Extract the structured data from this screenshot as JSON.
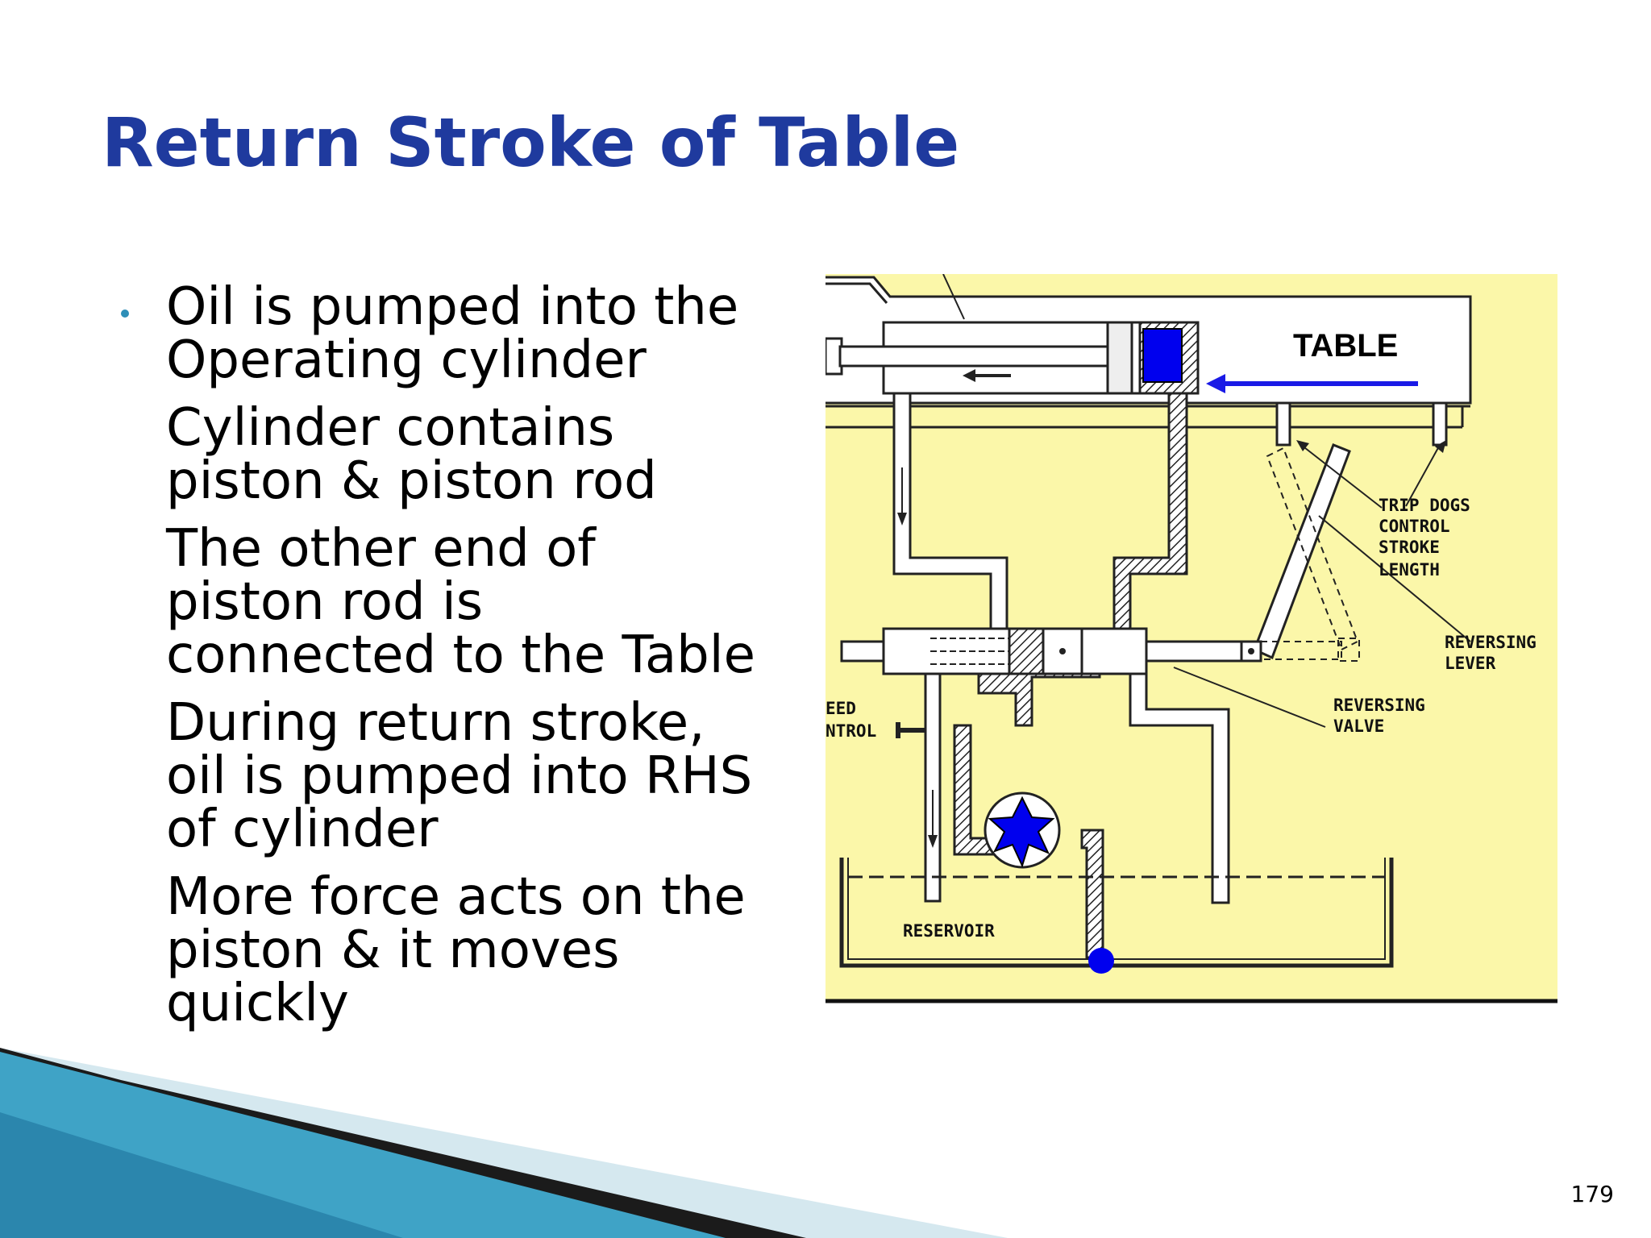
{
  "slide": {
    "title": "Return Stroke of Table",
    "page_number": "179"
  },
  "bullets": {
    "first": [
      "Oil is pumped into the",
      "Operating cylinder"
    ],
    "paragraphs": [
      [
        "Cylinder contains",
        "piston & piston rod"
      ],
      [
        "The other end of",
        "piston rod is",
        "connected to the Table"
      ],
      [
        "During return stroke,",
        "oil is pumped into RHS",
        "of cylinder"
      ],
      [
        "More force acts on the",
        "piston & it moves",
        "quickly"
      ]
    ]
  },
  "diagram": {
    "table_label": "TABLE",
    "trip_dogs_label": [
      "TRIP DOGS",
      "CONTROL",
      "STROKE",
      "LENGTH"
    ],
    "reversing_lever_label": [
      "REVERSING",
      "LEVER"
    ],
    "reversing_valve_label": [
      "REVERSING",
      "VALVE"
    ],
    "feed_control_label": [
      "EED",
      "NTROL"
    ],
    "reservoir_label": "RESERVOIR",
    "colors": {
      "background": "#fbf7a9",
      "piston": "#0000ee",
      "arrow": "#1a1ae6"
    }
  }
}
